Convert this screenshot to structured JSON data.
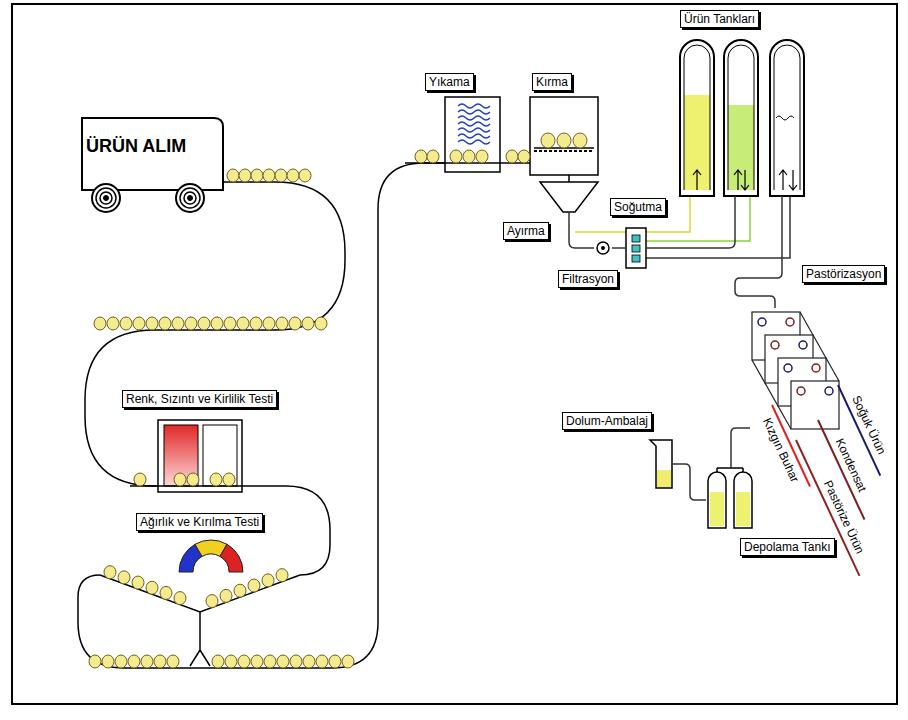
{
  "diagram": {
    "nodes": [
      {
        "text": [
          "ÜRÜN ALIM"
        ]
      },
      {
        "text": [
          "Renk, Sızıntı ve Kirlilik Testi"
        ]
      },
      {
        "text": [
          "Ağırlık ve Kırılma Testi"
        ]
      },
      {
        "text": [
          "Yıkama"
        ]
      },
      {
        "text": [
          "Kırma"
        ]
      },
      {
        "text": [
          "Ayırma"
        ]
      },
      {
        "text": [
          "Filtrasyon"
        ]
      },
      {
        "text": [
          "Soğutma"
        ]
      },
      {
        "text": [
          "Ürün Tankları"
        ]
      },
      {
        "text": [
          "Pastörizasyon"
        ]
      },
      {
        "text": [
          "Depolama Tankı"
        ]
      },
      {
        "text": [
          "Dolum-Ambalaj"
        ]
      }
    ],
    "edges": [
      {
        "from": 0,
        "to": 1,
        "arrow": "none"
      },
      {
        "from": 1,
        "to": 2,
        "arrow": "none"
      },
      {
        "from": 2,
        "to": 3,
        "arrow": "none"
      },
      {
        "from": 3,
        "to": 4,
        "arrow": "none"
      },
      {
        "from": 4,
        "to": 5,
        "arrow": "none"
      },
      {
        "from": 5,
        "to": 6,
        "arrow": "none"
      },
      {
        "from": 6,
        "to": 7,
        "arrow": "none"
      },
      {
        "from": 7,
        "to": 8,
        "arrow": "none"
      },
      {
        "from": 8,
        "to": 9,
        "arrow": "none"
      },
      {
        "from": 9,
        "to": 10,
        "arrow": "none"
      },
      {
        "from": 10,
        "to": 11,
        "arrow": "none"
      }
    ],
    "labels": [
      "Kızgın Buhar",
      "Soğuk Ürün",
      "Kondensat",
      "Pastörize Ürün"
    ]
  }
}
